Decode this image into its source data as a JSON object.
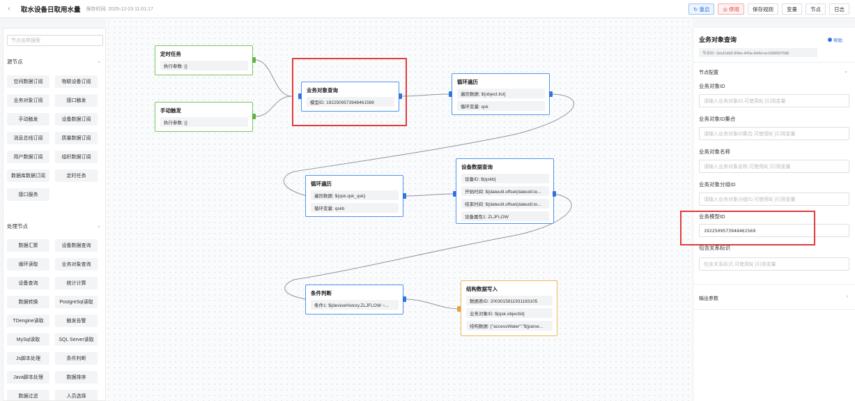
{
  "header": {
    "title": "取水设备日取用水量",
    "save_time": "保存时间: 2025-12-23 11:01:17",
    "buttons": {
      "reset": "重启",
      "stop": "停用",
      "save": "保存规则",
      "variables": "变量",
      "nodes": "节点",
      "logs": "日志"
    }
  },
  "left_panel": {
    "search_placeholder": "节点名称搜索",
    "source_section": "源节点",
    "source_items": [
      "空间数据订阅",
      "物联设备订阅",
      "业务对象订阅",
      "接口触发",
      "手动触发",
      "设备数据订阅",
      "消息总线订阅",
      "质量数据订阅",
      "用户数据订阅",
      "组织数据订阅",
      "数据库数据订阅",
      "定时任务",
      "接口服务"
    ],
    "process_section": "处理节点",
    "process_items": [
      "数据汇聚",
      "设备数据查询",
      "循环读取",
      "业务对象查询",
      "设备查询",
      "统计计算",
      "数据转换",
      "PostgreSql读取",
      "TDengine读取",
      "触发告警",
      "MySql读取",
      "SQL Server读取",
      "Js脚本处理",
      "条件判断",
      "Java脚本处理",
      "数据排序",
      "数据过滤",
      "人员选择"
    ]
  },
  "canvas": {
    "nodes": {
      "timer": {
        "title": "定时任务",
        "rows": [
          "执行参数: {}"
        ]
      },
      "manual": {
        "title": "手动触发",
        "rows": [
          "执行参数: {}"
        ]
      },
      "bizquery": {
        "title": "业务对象查询",
        "rows": [
          "模型ID: 1922509573948461569"
        ]
      },
      "loop1": {
        "title": "循环遍历",
        "rows": [
          "遍历数据: ${object.list}",
          "循环变量: qsk"
        ]
      },
      "loop2": {
        "title": "循环遍历",
        "rows": [
          "遍历数据: ${qsk.qsk_qsk}",
          "循环变量: qskb"
        ]
      },
      "devquery": {
        "title": "设备数据查询",
        "rows": [
          "设备ID: ${qskb}",
          "开始时间: ${dateutil.offset(dateutil.to...",
          "结束时间: ${dateutil.offset(dateutil.to...",
          "设备属性1: ZLJFLOW"
        ]
      },
      "condition": {
        "title": "条件判断",
        "rows": [
          "条件1: ${deviceHistory.ZLJFLOW ~..."
        ]
      },
      "write": {
        "title": "结构数据写入",
        "rows": [
          "数据表ID: 2003015811931183105",
          "业务对象ID: ${qsk.objectId}",
          "结构数据: {\"accessWater\":\"${parse..."
        ]
      }
    }
  },
  "right_panel": {
    "title": "业务对象查询",
    "help": "帮助",
    "node_id": "节点ID: 1bcd1dd3-89be-440a-8d4d-ee1689097586",
    "config_section": "节点配置",
    "fields": [
      {
        "label": "业务对象ID",
        "placeholder": "请输入业务对象ID,可使用${ }引用变量",
        "value": ""
      },
      {
        "label": "业务对象ID集合",
        "placeholder": "请输入业务对象ID集合,可使用${ }引用变量",
        "value": ""
      },
      {
        "label": "业务对象名称",
        "placeholder": "请输入业务对象名称,可使用${ }引用变量",
        "value": ""
      },
      {
        "label": "业务对象分组ID",
        "placeholder": "请输入业务对象分组ID,可使用${ }引用变量",
        "value": ""
      },
      {
        "label": "业务模型ID",
        "placeholder": "",
        "value": "1922509573948461569"
      },
      {
        "label": "包含关系标识",
        "placeholder": "包含关系标识,可使用${ }引用变量",
        "value": ""
      }
    ],
    "output_section": "输出参数"
  },
  "colors": {
    "primary": "#2f74e0",
    "danger": "#e03a3a",
    "green_node": "#7cc35e",
    "blue_node": "#4e94f0",
    "orange_node": "#f2b45b"
  }
}
